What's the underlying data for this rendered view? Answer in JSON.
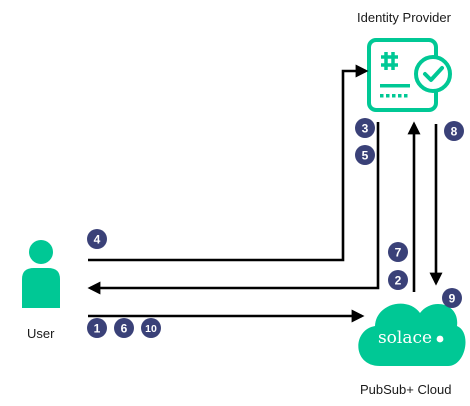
{
  "labels": {
    "identity_provider": "Identity Provider",
    "user": "User",
    "cloud": "PubSub+ Cloud",
    "solace_logo": "solace"
  },
  "steps": [
    "1",
    "2",
    "3",
    "4",
    "5",
    "6",
    "7",
    "8",
    "9",
    "10"
  ],
  "colors": {
    "accent_green": "#00c895",
    "badge_navy": "#3a4178",
    "line": "#000000"
  },
  "icons": {
    "user": "person-icon",
    "idp": "id-card-check-icon",
    "cloud": "solace-cloud-icon"
  }
}
